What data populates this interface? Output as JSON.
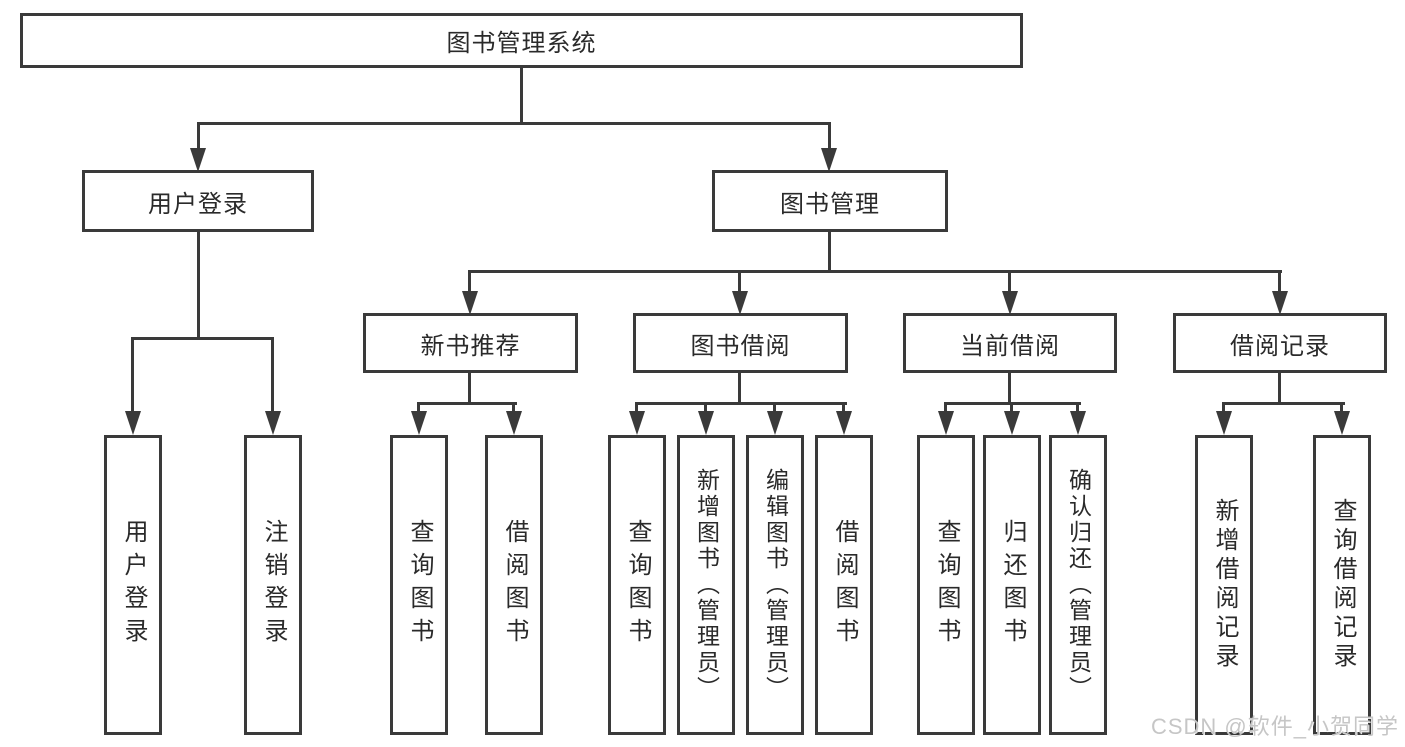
{
  "diagram": {
    "root": {
      "label": "图书管理系统"
    },
    "level2": [
      {
        "id": "user-login",
        "label": "用户登录",
        "children": [
          "用户登录",
          "注销登录"
        ]
      },
      {
        "id": "book-management",
        "label": "图书管理"
      }
    ],
    "level3": [
      {
        "id": "new-book-recommend",
        "label": "新书推荐",
        "children": [
          "查询图书",
          "借阅图书"
        ]
      },
      {
        "id": "book-borrowing",
        "label": "图书借阅",
        "children": [
          "查询图书",
          "新增图书（管理员）",
          "编辑图书（管理员）",
          "借阅图书"
        ]
      },
      {
        "id": "current-borrowing",
        "label": "当前借阅",
        "children": [
          "查询图书",
          "归还图书",
          "确认归还（管理员）"
        ]
      },
      {
        "id": "borrowing-records",
        "label": "借阅记录",
        "children": [
          "新增借阅记录",
          "查询借阅记录"
        ]
      }
    ]
  },
  "watermark": {
    "text": "CSDN @软件_小贺同学",
    "color": "#c6c6c6"
  },
  "colors": {
    "line": "#3a3a3a",
    "box_border": "#3a3a3a",
    "text": "#2a2a2a",
    "background": "#ffffff"
  }
}
